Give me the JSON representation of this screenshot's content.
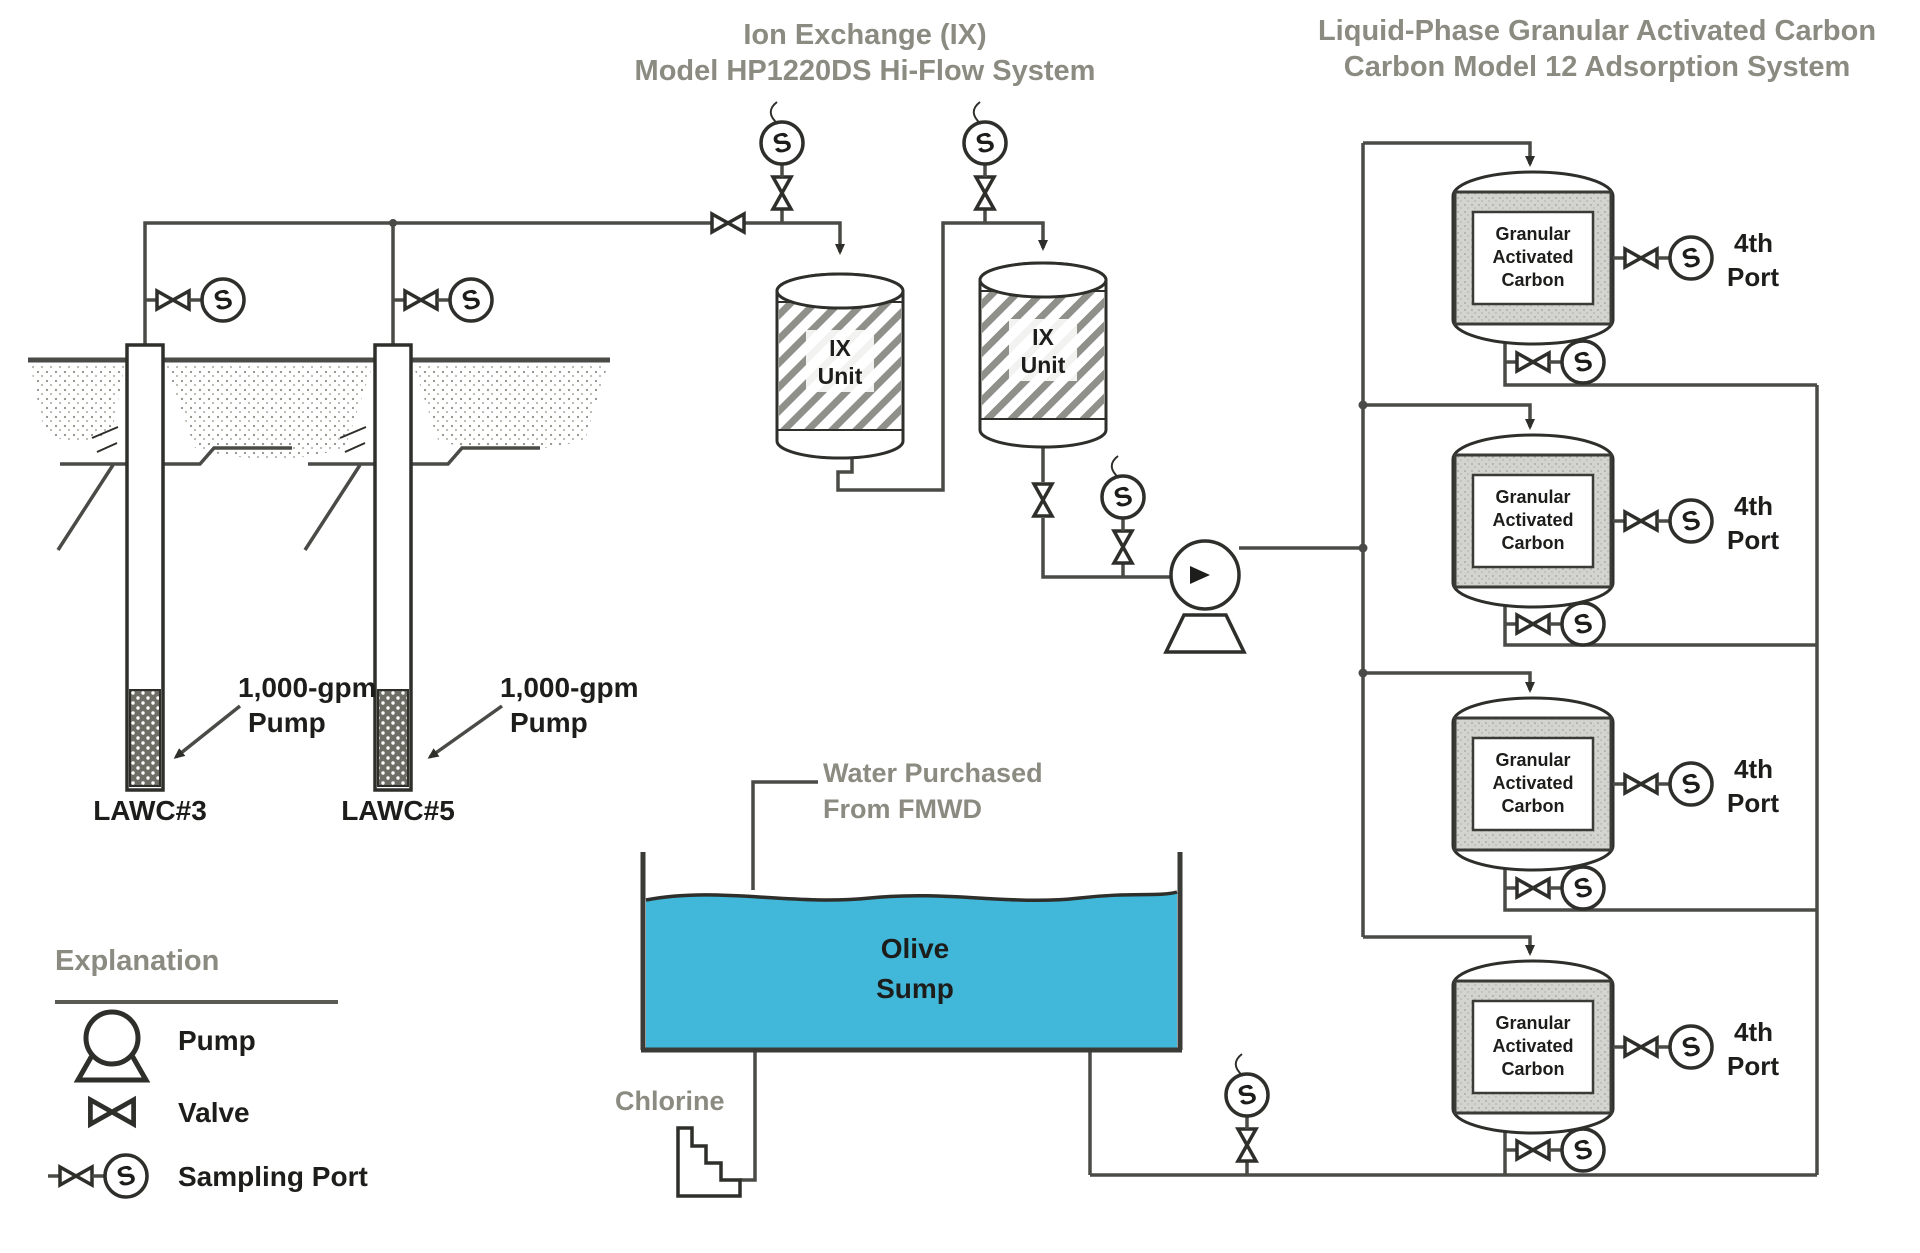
{
  "titles": {
    "ix_line1": "Ion Exchange (IX)",
    "ix_line2": "Model HP1220DS Hi-Flow System",
    "gac_line1": "Liquid-Phase Granular Activated Carbon",
    "gac_line2": "Carbon Model 12 Adsorption System"
  },
  "wells": {
    "well1_label": "LAWC#3",
    "well2_label": "LAWC#5",
    "pump_line1": "1,000-gpm",
    "pump_line2": "Pump"
  },
  "ix_unit": {
    "line1": "IX",
    "line2": "Unit"
  },
  "gac_unit": {
    "line1": "Granular",
    "line2": "Activated",
    "line3": "Carbon",
    "port_line1": "4th",
    "port_line2": "Port"
  },
  "sump": {
    "line1": "Olive",
    "line2": "Sump",
    "source_line1": "Water Purchased",
    "source_line2": "From FMWD",
    "chlorine_label": "Chlorine"
  },
  "legend": {
    "title": "Explanation",
    "items": [
      {
        "label": "Pump"
      },
      {
        "label": "Valve"
      },
      {
        "label": "Sampling Port"
      }
    ]
  },
  "symbols": {
    "sampling_port_letter": "S"
  },
  "colors": {
    "water": "#41b7d9",
    "pipe": "#4a4a46",
    "title_gray": "#8b8b82"
  }
}
